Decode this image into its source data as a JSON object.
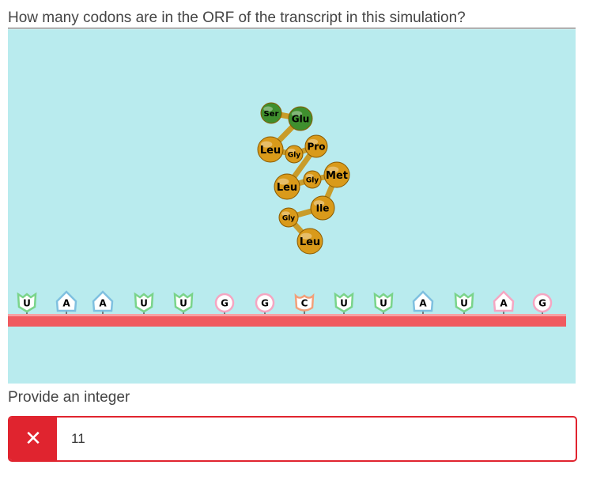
{
  "question": "How many codons are in the ORF of the transcript in this simulation?",
  "prompt": "Provide an integer",
  "answer": {
    "value": "11",
    "status_icon": "x-icon"
  },
  "colors": {
    "background": "#b9ebee",
    "error": "#e0242f",
    "strand": "#f05a5f",
    "amino_gold": "#d99a1a",
    "amino_green": "#3f8f2e"
  },
  "peptide": [
    {
      "name": "Ser",
      "color": "green"
    },
    {
      "name": "Glu",
      "color": "green"
    },
    {
      "name": "Leu",
      "color": "gold"
    },
    {
      "name": "Gly",
      "color": "gold"
    },
    {
      "name": "Pro",
      "color": "gold"
    },
    {
      "name": "Leu",
      "color": "gold"
    },
    {
      "name": "Gly",
      "color": "gold"
    },
    {
      "name": "Met",
      "color": "gold"
    },
    {
      "name": "Ile",
      "color": "gold"
    },
    {
      "name": "Gly",
      "color": "gold"
    },
    {
      "name": "Leu",
      "color": "gold"
    }
  ],
  "mrna": [
    {
      "base": "U",
      "shape": "pentagon-down",
      "color": "#7ad48a"
    },
    {
      "base": "A",
      "shape": "triangle-up",
      "color": "#7fc0e0"
    },
    {
      "base": "A",
      "shape": "triangle-up",
      "color": "#7fc0e0"
    },
    {
      "base": "U",
      "shape": "pentagon-down",
      "color": "#7ad48a"
    },
    {
      "base": "U",
      "shape": "pentagon-down",
      "color": "#7ad48a"
    },
    {
      "base": "G",
      "shape": "circle",
      "color": "#f5a6c2"
    },
    {
      "base": "G",
      "shape": "circle",
      "color": "#f5a6c2"
    },
    {
      "base": "C",
      "shape": "cup",
      "color": "#f2a07a"
    },
    {
      "base": "U",
      "shape": "pentagon-down",
      "color": "#7ad48a"
    },
    {
      "base": "U",
      "shape": "pentagon-down",
      "color": "#7ad48a"
    },
    {
      "base": "A",
      "shape": "triangle-up",
      "color": "#7fc0e0"
    },
    {
      "base": "U",
      "shape": "pentagon-down",
      "color": "#7ad48a"
    },
    {
      "base": "A",
      "shape": "triangle-up",
      "color": "#f5a6c2"
    },
    {
      "base": "G",
      "shape": "circle",
      "color": "#f5a6c2"
    }
  ]
}
